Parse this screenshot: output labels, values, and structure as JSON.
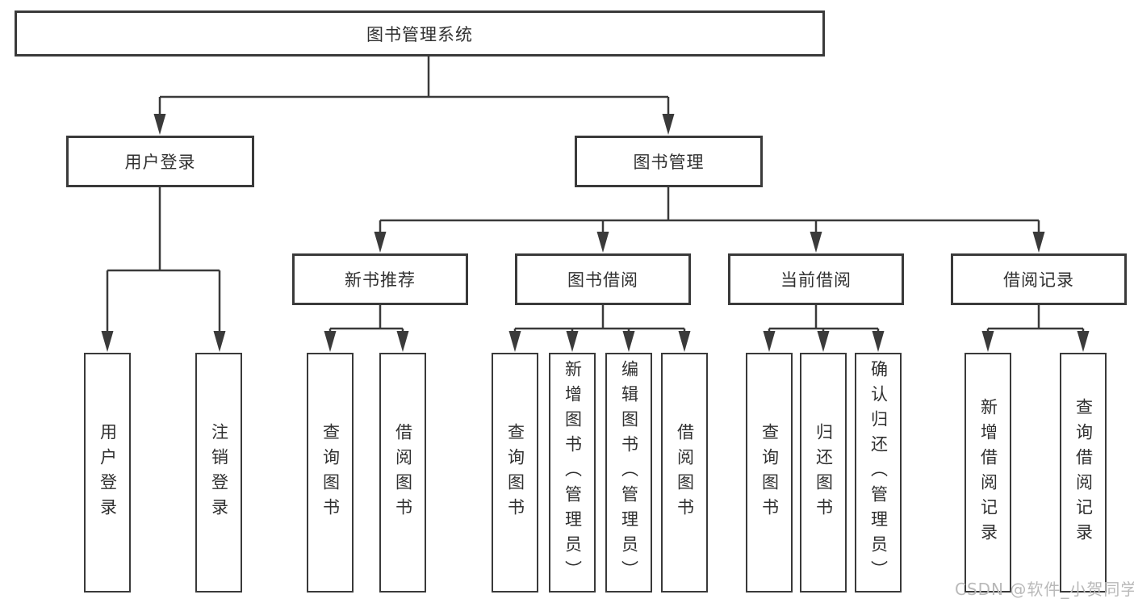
{
  "diagram": {
    "type": "hierarchy",
    "colors": {
      "line": "#3a3a3a",
      "box_border": "#3a3a3a",
      "text": "#303030",
      "watermark": "#b9b9b9",
      "background": "#ffffff"
    },
    "nodes": {
      "root": "图书管理系统",
      "level2": {
        "user_login": "用户登录",
        "book_management": "图书管理"
      },
      "level3": {
        "new_book_rec": "新书推荐",
        "book_borrow": "图书借阅",
        "current_borrow": "当前借阅",
        "borrow_records": "借阅记录"
      },
      "leaves": {
        "user_login": {
          "login": "用户登录",
          "logout": "注销登录"
        },
        "new_book_rec": {
          "query": "查询图书",
          "borrow": "借阅图书"
        },
        "book_borrow": {
          "query": "查询图书",
          "add": "新增图书（管理员）",
          "edit": "编辑图书（管理员）",
          "borrow": "借阅图书"
        },
        "current_borrow": {
          "query": "查询图书",
          "return": "归还图书",
          "confirm": "确认归还（管理员）"
        },
        "borrow_records": {
          "add": "新增借阅记录",
          "query": "查询借阅记录"
        }
      }
    },
    "watermark": "CSDN @软件_小贺同学"
  }
}
